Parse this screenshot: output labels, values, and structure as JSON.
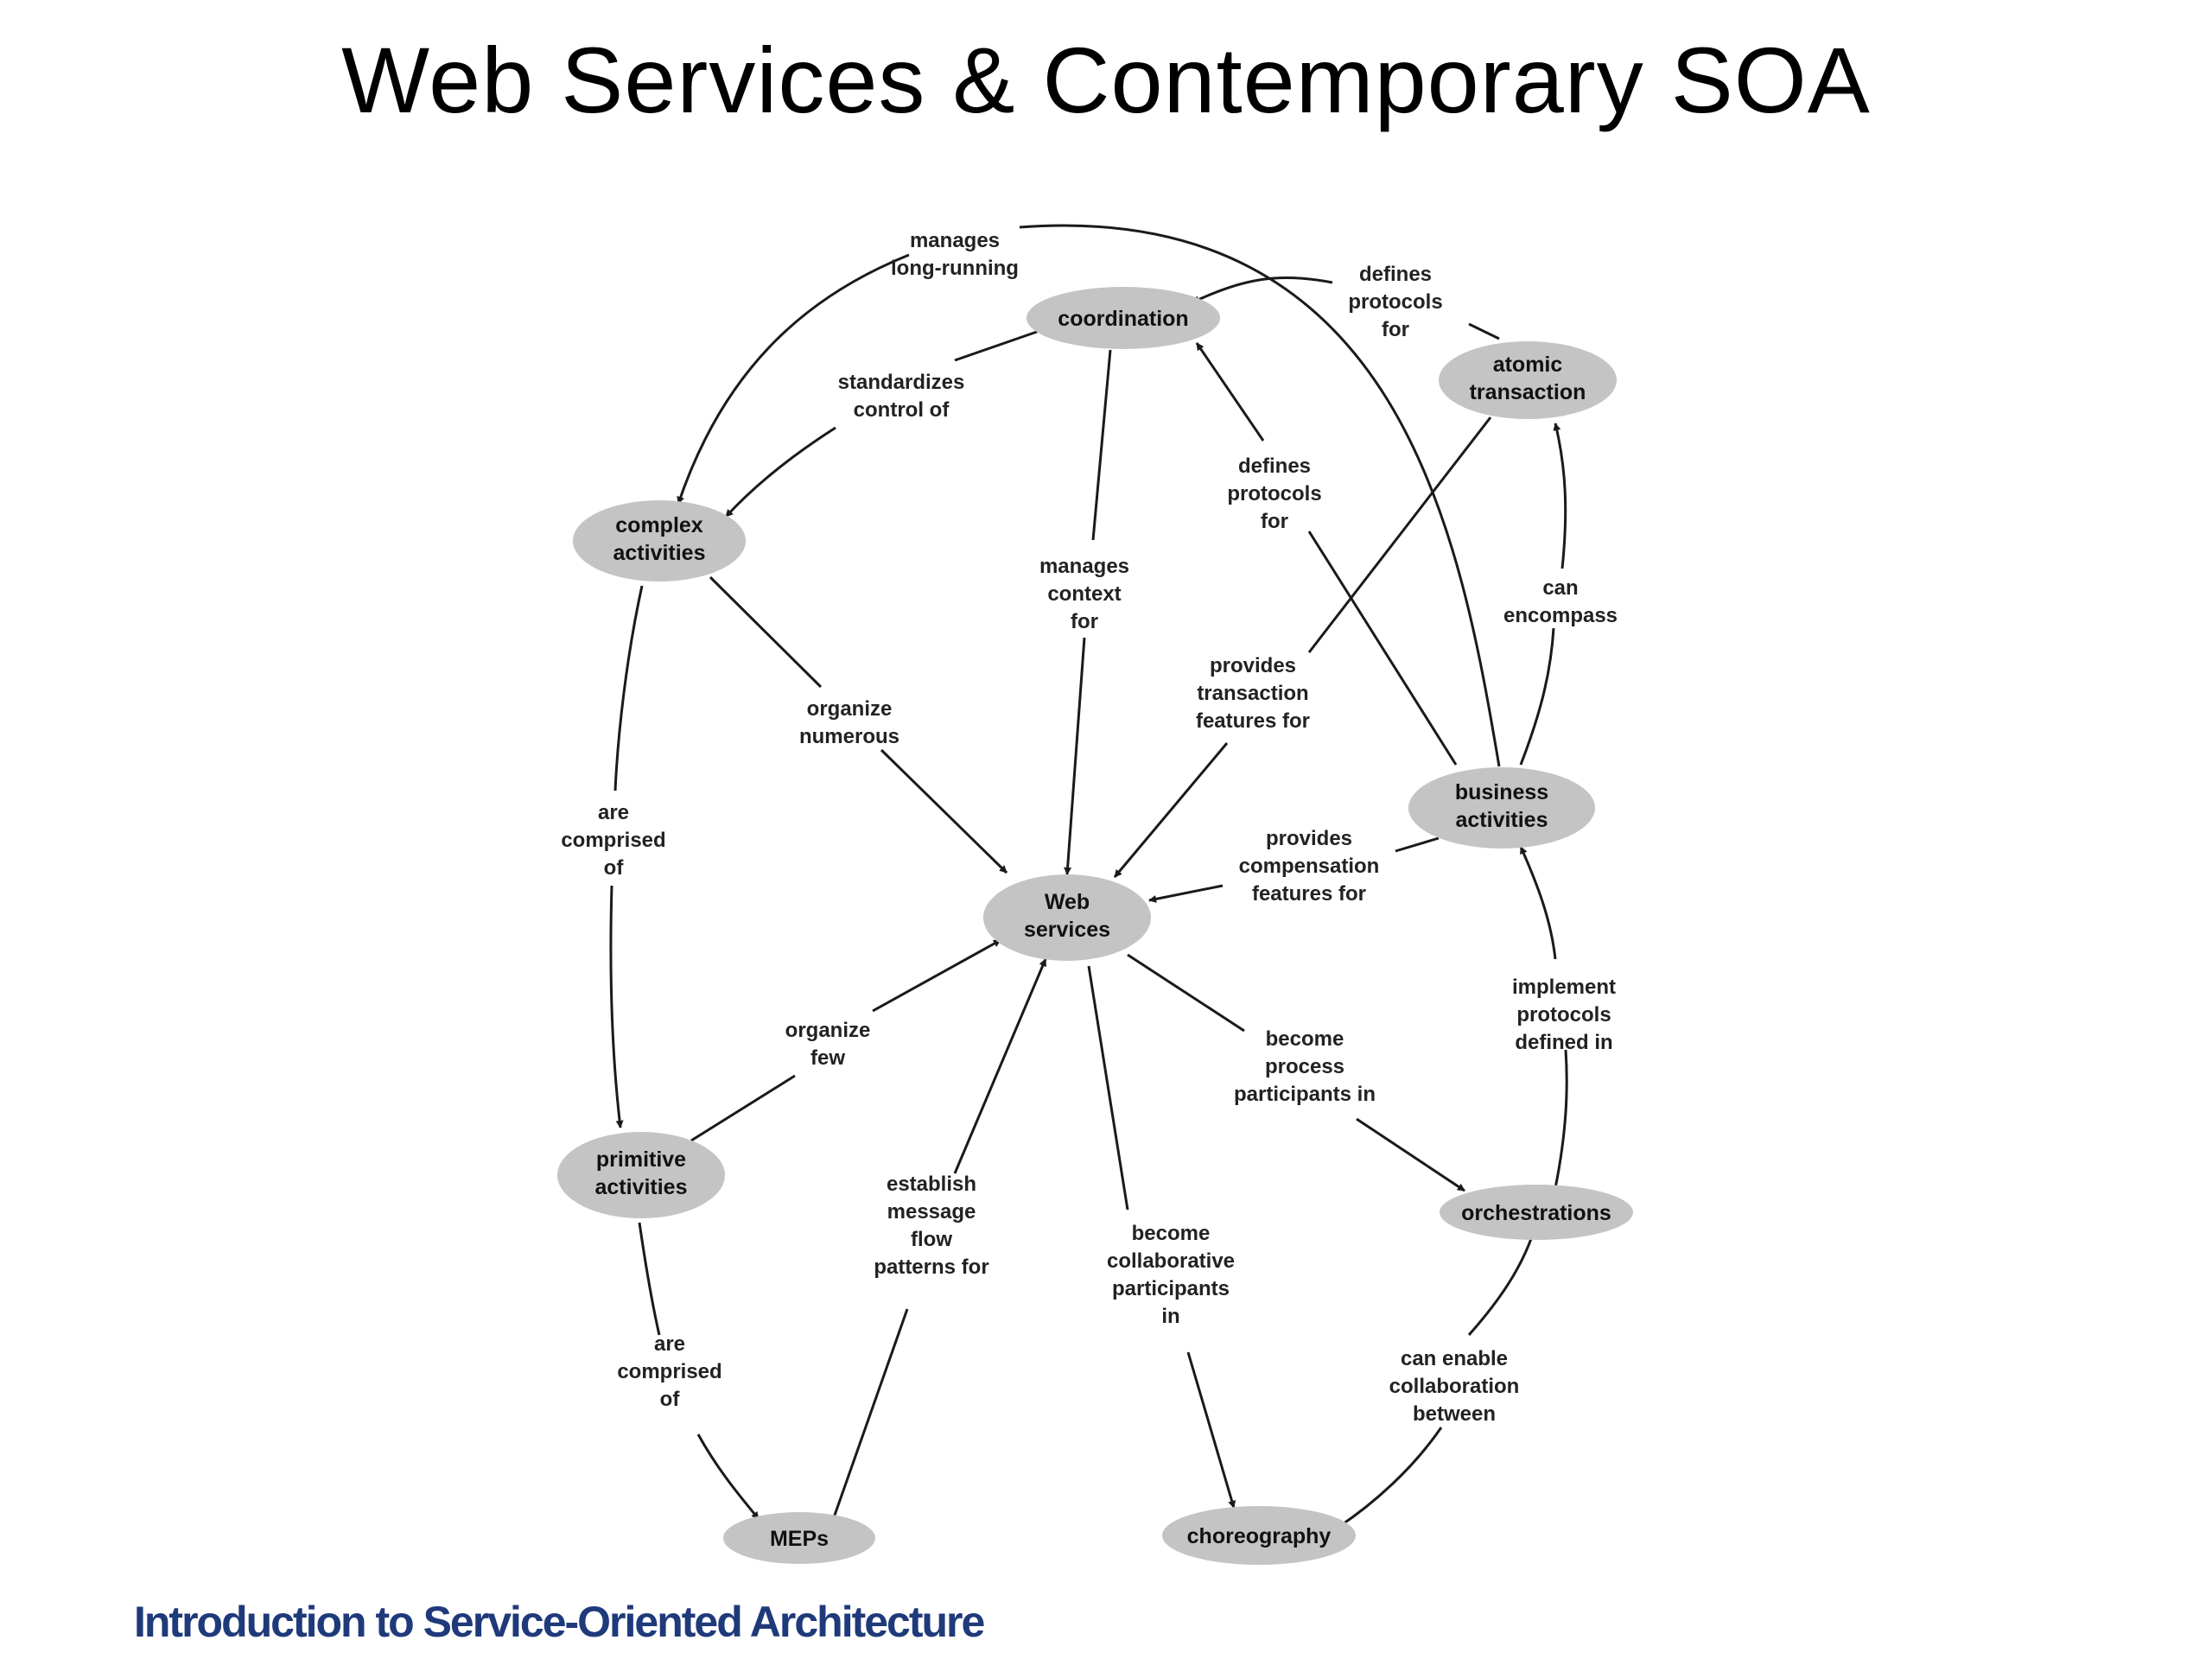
{
  "slide": {
    "title": "Web Services & Contemporary SOA",
    "footer": "Introduction to Service-Oriented Architecture"
  },
  "colors": {
    "node_fill": "#c4c4c4",
    "line": "#1a1a1a",
    "footer": "#1f3a7a"
  },
  "diagram": {
    "nodes": {
      "coordination": [
        "coordination"
      ],
      "atomic_transaction": [
        "atomic",
        "transaction"
      ],
      "complex_activities": [
        "complex",
        "activities"
      ],
      "business_activities": [
        "business",
        "activities"
      ],
      "web_services": [
        "Web",
        "services"
      ],
      "primitive_activities": [
        "primitive",
        "activities"
      ],
      "orchestrations": [
        "orchestrations"
      ],
      "meps": [
        "MEPs"
      ],
      "choreography": [
        "choreography"
      ]
    },
    "edges": {
      "manages_long_running": [
        "manages",
        "long-running"
      ],
      "defines_protocols_for_coordination": [
        "defines",
        "protocols",
        "for"
      ],
      "standardizes_control_of": [
        "standardizes",
        "control of"
      ],
      "defines_protocols_for_business": [
        "defines",
        "protocols",
        "for"
      ],
      "manages_context_for": [
        "manages",
        "context",
        "for"
      ],
      "can_encompass": [
        "can",
        "encompass"
      ],
      "provides_transaction_features_for": [
        "provides",
        "transaction",
        "features for"
      ],
      "organize_numerous": [
        "organize",
        "numerous"
      ],
      "are_comprised_of_complex": [
        "are",
        "comprised",
        "of"
      ],
      "provides_compensation_features_for": [
        "provides",
        "compensation",
        "features for"
      ],
      "implement_protocols_defined_in": [
        "implement",
        "protocols",
        "defined in"
      ],
      "organize_few": [
        "organize",
        "few"
      ],
      "become_process_participants_in": [
        "become",
        "process",
        "participants in"
      ],
      "establish_message_flow_patterns_for": [
        "establish",
        "message",
        "flow",
        "patterns for"
      ],
      "become_collaborative_participants_in": [
        "become",
        "collaborative",
        "participants",
        "in"
      ],
      "are_comprised_of_primitive": [
        "are",
        "comprised",
        "of"
      ],
      "can_enable_collaboration_between": [
        "can enable",
        "collaboration",
        "between"
      ]
    }
  }
}
